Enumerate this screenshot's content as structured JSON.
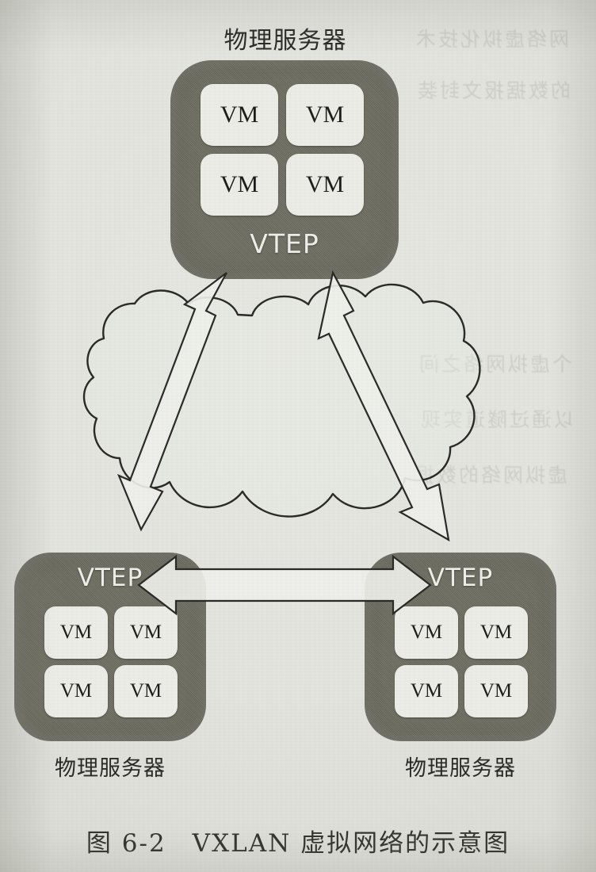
{
  "figure": {
    "caption": "图 6-2　VXLAN 虚拟网络的示意图",
    "top_label": "物理服务器",
    "bottom_left_label": "物理服务器",
    "bottom_right_label": "物理服务器"
  },
  "colors": {
    "paper": "#e2e3dd",
    "server_body": "#6e6e62",
    "vm_tile": "#ecece6",
    "ink": "#2c2c28",
    "vtep_text": "#eeeee8"
  },
  "servers": {
    "top": {
      "name": "物理服务器",
      "vtep": "VTEP",
      "vms": [
        "VM",
        "VM",
        "VM",
        "VM"
      ]
    },
    "bottom_left": {
      "name": "物理服务器",
      "vtep": "VTEP",
      "vms": [
        "VM",
        "VM",
        "VM",
        "VM"
      ]
    },
    "bottom_right": {
      "name": "物理服务器",
      "vtep": "VTEP",
      "vms": [
        "VM",
        "VM",
        "VM",
        "VM"
      ]
    }
  },
  "cloud": {
    "label": ""
  },
  "connections": [
    {
      "from": "top",
      "to": "bottom_left",
      "style": "double-headed-arrow"
    },
    {
      "from": "top",
      "to": "bottom_right",
      "style": "double-headed-arrow"
    },
    {
      "from": "bottom_left",
      "to": "bottom_right",
      "style": "double-headed-arrow"
    }
  ],
  "bleed_through": [
    "网络虚拟化技术",
    "的数据报文封装",
    "个虚拟网络之间",
    "以通过隧道实现",
    "虚拟网络的数据"
  ]
}
